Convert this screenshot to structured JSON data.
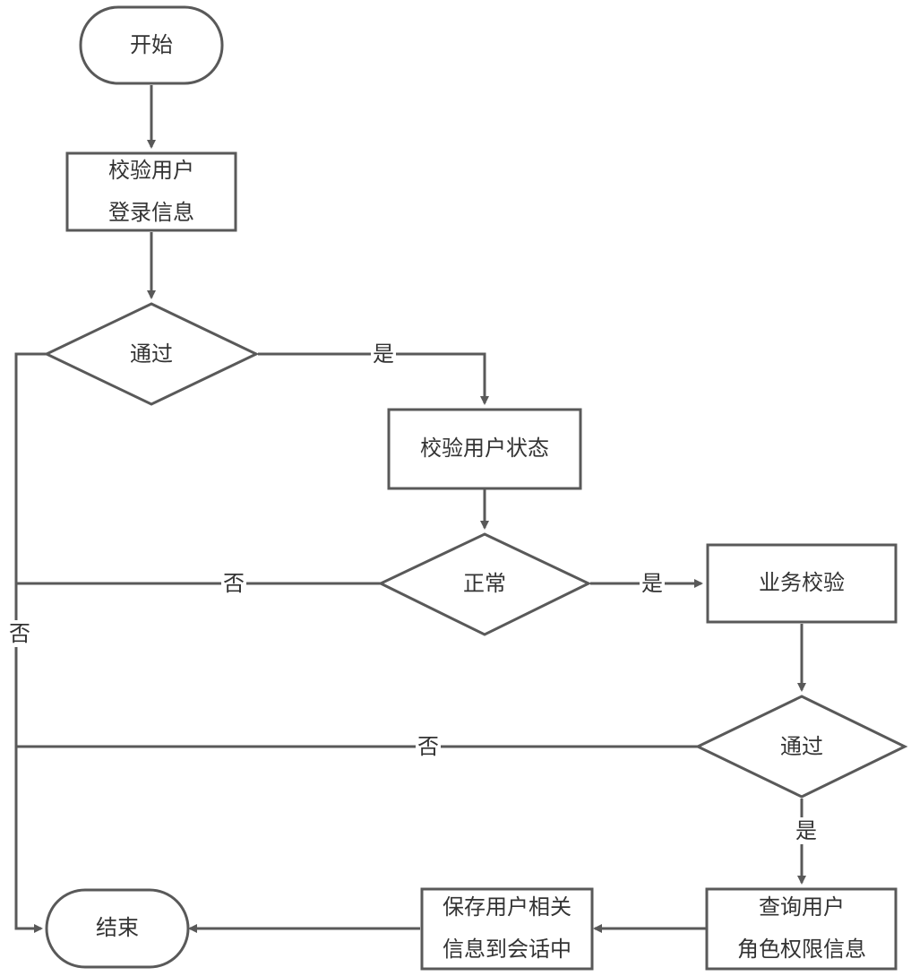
{
  "nodes": {
    "start": {
      "text": "开始"
    },
    "validate_login": {
      "line1": "校验用户",
      "line2": "登录信息"
    },
    "pass1": {
      "text": "通过"
    },
    "validate_status": {
      "text": "校验用户状态"
    },
    "normal": {
      "text": "正常"
    },
    "business_check": {
      "text": "业务校验"
    },
    "pass2": {
      "text": "通过"
    },
    "query_roles": {
      "line1": "查询用户",
      "line2": "角色权限信息"
    },
    "save_session": {
      "line1": "保存用户相关",
      "line2": "信息到会话中"
    },
    "end": {
      "text": "结束"
    }
  },
  "edge_labels": {
    "pass1_yes": "是",
    "normal_yes": "是",
    "normal_no": "否",
    "pass1_no": "否",
    "pass2_no": "否",
    "pass2_yes": "是"
  },
  "colors": {
    "stroke": "#595959",
    "text": "#333333",
    "background": "#ffffff"
  }
}
